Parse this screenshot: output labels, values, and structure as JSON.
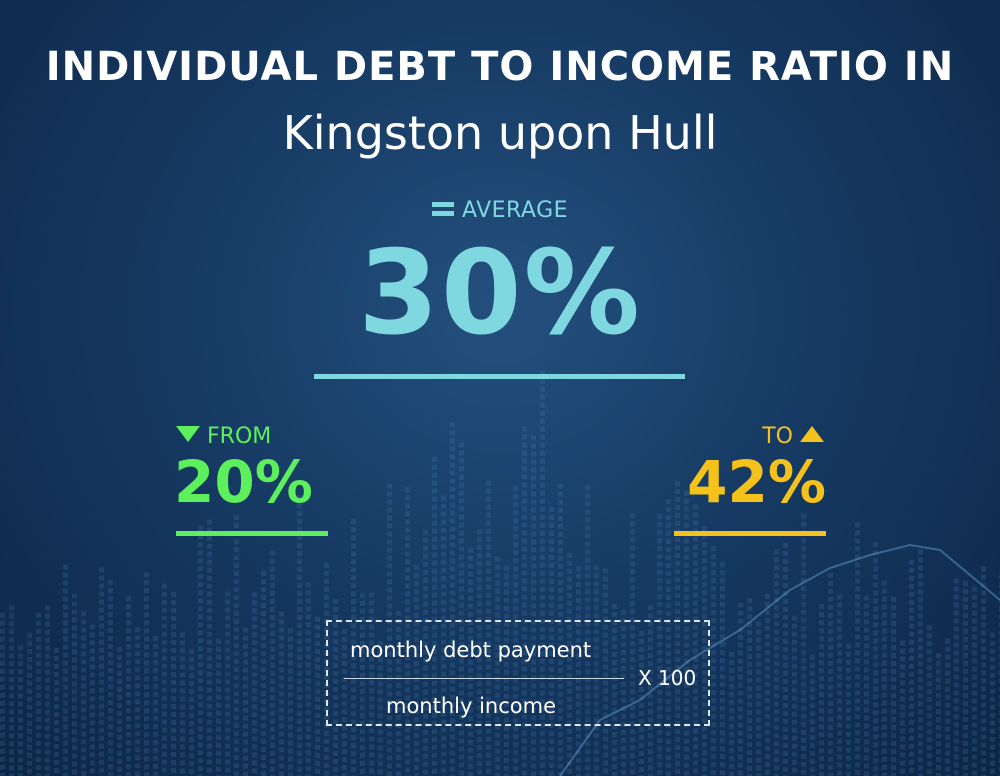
{
  "title": {
    "line1": "INDIVIDUAL DEBT TO INCOME RATIO IN",
    "line2": "Kingston upon Hull"
  },
  "average": {
    "label": "AVERAGE",
    "value": "30%",
    "icon": "equals-icon"
  },
  "range": {
    "from_label": "FROM",
    "from_value": "20%",
    "from_icon": "triangle-down-icon",
    "to_label": "TO",
    "to_value": "42%",
    "to_icon": "triangle-up-icon"
  },
  "formula": {
    "numerator": "monthly debt payment",
    "denominator": "monthly income",
    "multiplier": "X 100"
  },
  "colors": {
    "average": "#7fd8e0",
    "from": "#5ef05c",
    "to": "#f5c21b",
    "background": "#163a63"
  }
}
